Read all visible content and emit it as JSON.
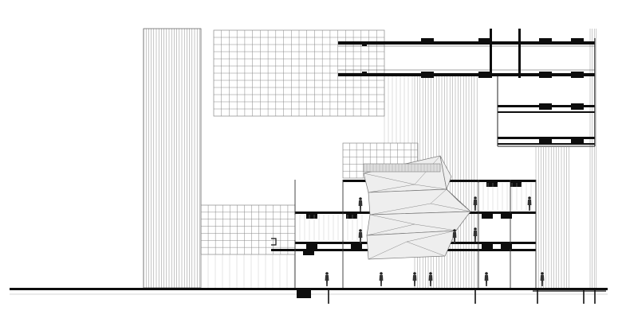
{
  "drawing": {
    "kind": "architectural section drawing",
    "text_labels": [],
    "colors": {
      "background": "#ffffff",
      "linework": "#111111",
      "fine_lines": "#8a8a8a",
      "slab": "#0d0d0d",
      "facet_fill": "#eeeeee",
      "facet_stroke": "#777777"
    },
    "counts": {
      "people_figures": 12,
      "tower_floor_slabs": 3,
      "podium_floor_slabs": 4
    }
  }
}
